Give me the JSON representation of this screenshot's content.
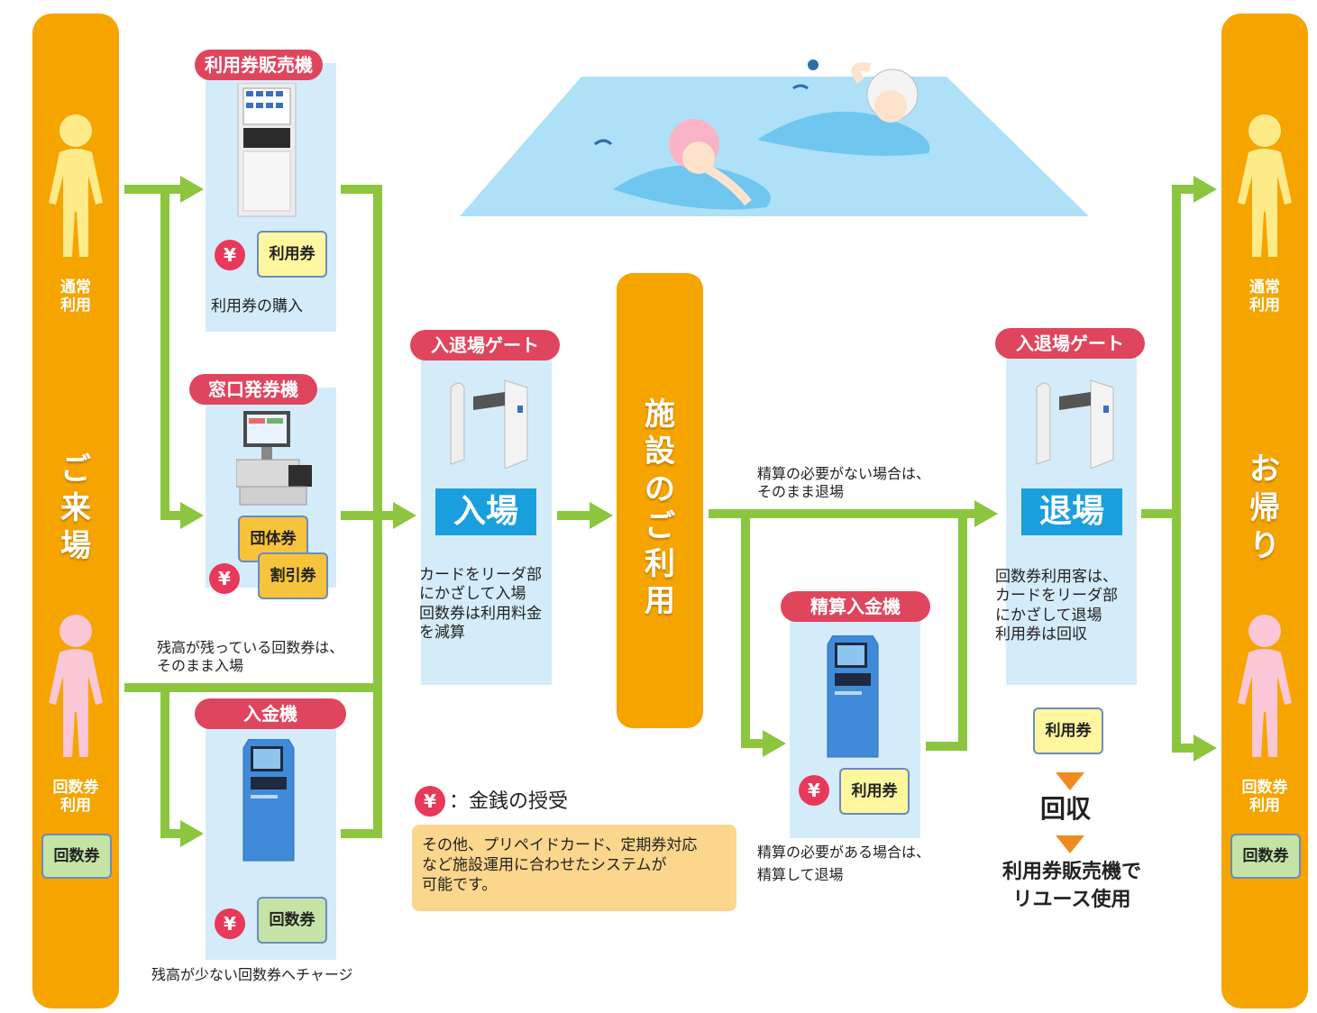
{
  "left_pillar": {
    "title": "ご来場",
    "normal_label": [
      "通常",
      "利用"
    ],
    "coupon_label": [
      "回数券",
      "利用"
    ],
    "coupon_ticket": "回数券"
  },
  "right_pillar": {
    "title": "お帰り",
    "normal_label": [
      "通常",
      "利用"
    ],
    "coupon_label": [
      "回数券",
      "利用"
    ],
    "coupon_ticket": "回数券"
  },
  "center_pillar": {
    "title": "施設のご利用"
  },
  "ticket_vending": {
    "tag": "利用券販売機",
    "ticket": "利用券",
    "caption": "利用券の購入",
    "yen": "¥"
  },
  "counter_issuer": {
    "tag": "窓口発券機",
    "ticket_group": "団体券",
    "ticket_discount": "割引券",
    "yen": "¥"
  },
  "remaining_note": [
    "残高が残っている回数券は、",
    "そのまま入場"
  ],
  "charger": {
    "tag": "入金機",
    "ticket": "回数券",
    "caption": "残高が少ない回数券へチャージ",
    "yen": "¥"
  },
  "entry_gate": {
    "tag": "入退場ゲート",
    "button": "入場",
    "desc": [
      "カードをリーダ部",
      "にかざして入場",
      "回数券は利用料金",
      "を減算"
    ]
  },
  "exit_gate": {
    "tag": "入退場ゲート",
    "button": "退場",
    "desc": [
      "回数券利用客は、",
      "カードをリーダ部",
      "にかざして退場",
      "利用券は回収"
    ]
  },
  "no_settle_note": [
    "精算の必要がない場合は、",
    "そのまま退場"
  ],
  "settle_machine": {
    "tag": "精算入金機",
    "ticket": "利用券",
    "caption": [
      "精算の必要がある場合は、",
      "精算して退場"
    ],
    "yen": "¥"
  },
  "legend": {
    "yen": "¥",
    "text": "：金銭の授受"
  },
  "info_box": [
    "その他、プリペイドカード、定期券対応",
    "など施設運用に合わせたシステムが",
    "可能です。"
  ],
  "recycle": {
    "ticket": "利用券",
    "collect": "回収",
    "reuse": [
      "利用券販売機で",
      "リユース使用"
    ]
  },
  "colors": {
    "pillar": "#f5a400",
    "arrow": "#8cc63f",
    "tag": "#e0455e",
    "panel": "#d4ecfa",
    "button": "#1a9fde",
    "yen": "#e8395a",
    "pool": "#aee0f8"
  }
}
